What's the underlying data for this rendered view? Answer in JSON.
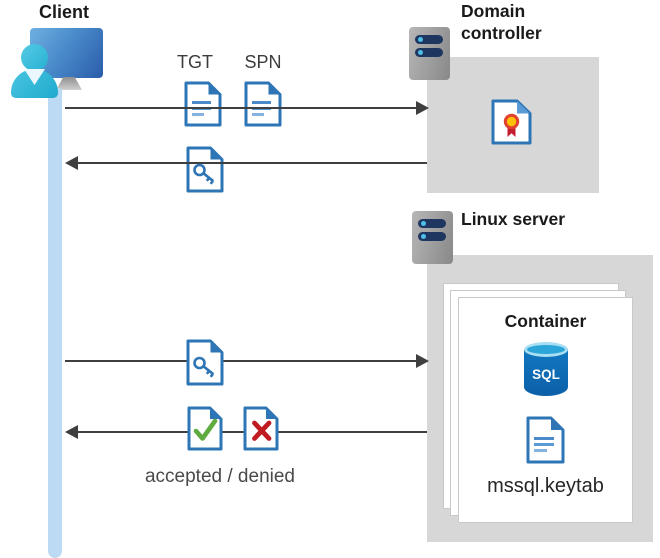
{
  "diagram": {
    "client": {
      "label": "Client"
    },
    "domain_controller": {
      "label": "Domain controller"
    },
    "linux_server": {
      "label": "Linux server"
    },
    "container": {
      "label": "Container",
      "sql_label": "SQL",
      "keytab_label": "mssql.keytab"
    },
    "tickets": {
      "tgt_label": "TGT",
      "spn_label": "SPN"
    },
    "result_label": "accepted / denied",
    "flows": [
      {
        "from": "Client",
        "to": "Domain controller",
        "direction": "right",
        "items": [
          "TGT",
          "SPN"
        ]
      },
      {
        "from": "Domain controller",
        "to": "Client",
        "direction": "left",
        "items": [
          "service ticket (key)"
        ]
      },
      {
        "from": "Client",
        "to": "Linux server",
        "direction": "right",
        "items": [
          "service ticket (key)"
        ]
      },
      {
        "from": "Linux server",
        "to": "Client",
        "direction": "left",
        "items": [
          "accepted",
          "denied"
        ]
      }
    ]
  },
  "colors": {
    "doc_border_blue": "#2E75B6",
    "doc_line_blue": "#5B9BD5",
    "panel_gray": "#D7D7D7",
    "arrow_gray": "#3F3F3F",
    "lifeline_blue": "#BCDAF3",
    "person_cyan": "#2FB9D9",
    "monitor_blue": "#2B5CA9",
    "server_pill_navy": "#1E3660",
    "server_dot_blue": "#4EC0E8",
    "sql_blue": "#1178C1",
    "check_green": "#5FAB3F",
    "cross_red": "#C11B22",
    "seal_gold": "#FFC008",
    "seal_red": "#C31E2E"
  }
}
